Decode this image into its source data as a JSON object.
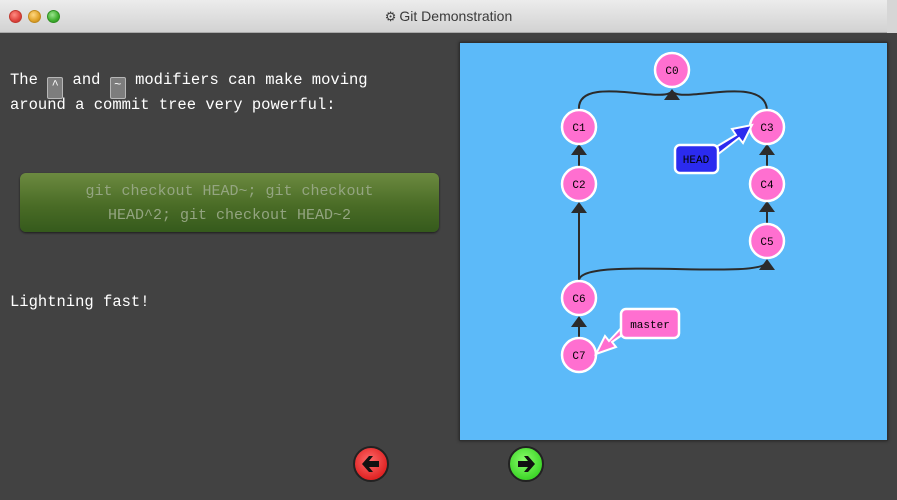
{
  "window": {
    "title": "Git Demonstration",
    "colors": {
      "titlebar": "#e0e0e0",
      "background": "#424242"
    }
  },
  "lesson": {
    "line1_pre": "The",
    "key_caret": "^",
    "line1_mid": "and",
    "key_tilde": "~",
    "line1_post": "modifiers can make moving",
    "line2": "around a commit tree very powerful:",
    "command_line1": "git checkout HEAD~; git checkout",
    "command_line2": "HEAD^2; git checkout HEAD~2",
    "footer": "Lightning fast!"
  },
  "tree": {
    "colors": {
      "panel": "#5cbaf9",
      "commit_fill": "#ff6fd0",
      "head_fill": "#2b2bef",
      "branch_fill": "#ff6fd0",
      "edge": "#2b2b2b"
    },
    "commits": [
      "C0",
      "C1",
      "C2",
      "C3",
      "C4",
      "C5",
      "C6",
      "C7"
    ],
    "head_label": "HEAD",
    "head_target": "C3",
    "branch_label": "master",
    "branch_target": "C7"
  },
  "nav": {
    "prev_icon": "arrow-left-icon",
    "next_icon": "arrow-right-icon"
  }
}
